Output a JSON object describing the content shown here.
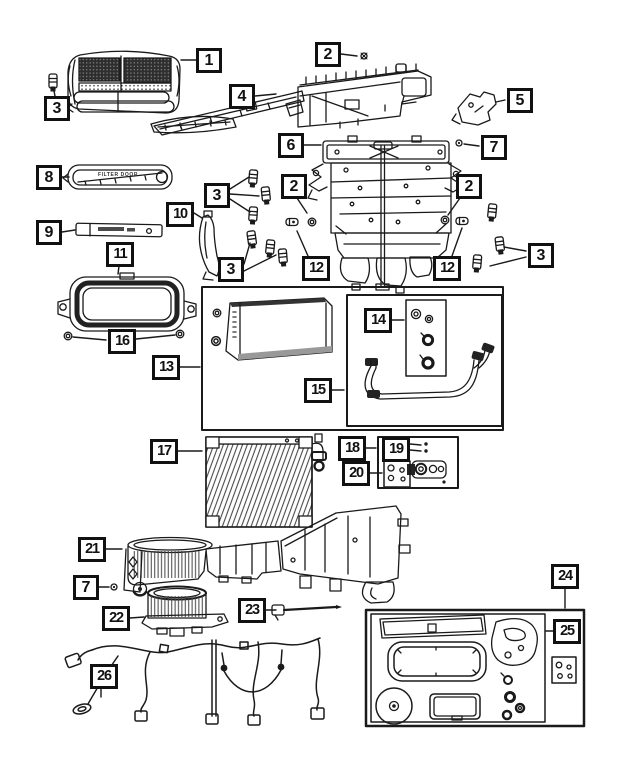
{
  "diagram": {
    "kind": "exploded-parts-diagram",
    "colors": {
      "ink": "#1a1a1a",
      "paper": "#ffffff"
    }
  },
  "parts": {
    "filter_door_text": "FILTER DOOR"
  },
  "callouts": [
    {
      "label": "1"
    },
    {
      "label": "3"
    },
    {
      "label": "2"
    },
    {
      "label": "4"
    },
    {
      "label": "5"
    },
    {
      "label": "6"
    },
    {
      "label": "7"
    },
    {
      "label": "8"
    },
    {
      "label": "3"
    },
    {
      "label": "2"
    },
    {
      "label": "2"
    },
    {
      "label": "9"
    },
    {
      "label": "10"
    },
    {
      "label": "11"
    },
    {
      "label": "3"
    },
    {
      "label": "12"
    },
    {
      "label": "12"
    },
    {
      "label": "3"
    },
    {
      "label": "16"
    },
    {
      "label": "13"
    },
    {
      "label": "14"
    },
    {
      "label": "15"
    },
    {
      "label": "17"
    },
    {
      "label": "18"
    },
    {
      "label": "19"
    },
    {
      "label": "20"
    },
    {
      "label": "21"
    },
    {
      "label": "7"
    },
    {
      "label": "22"
    },
    {
      "label": "23"
    },
    {
      "label": "24"
    },
    {
      "label": "25"
    },
    {
      "label": "26"
    }
  ]
}
